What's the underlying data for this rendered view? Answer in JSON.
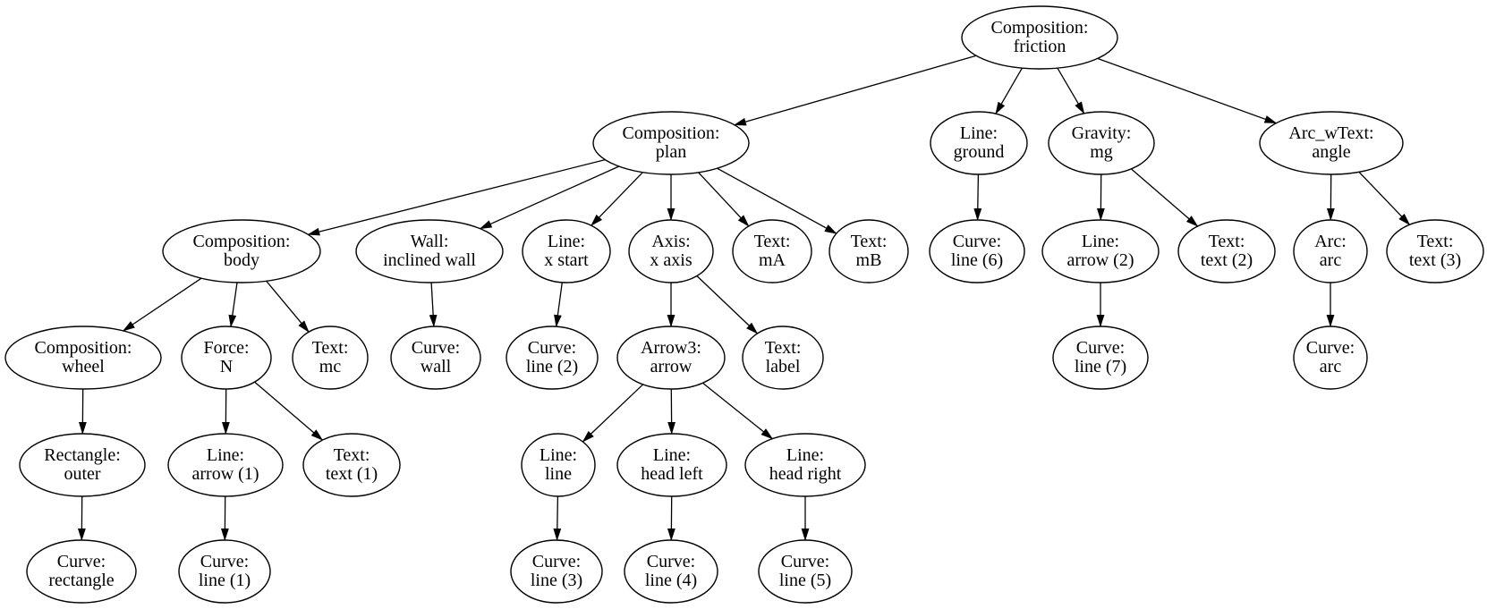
{
  "diagram": {
    "background_color": "#ffffff",
    "node_fill_color": "#ffffff",
    "node_stroke_color": "#000000",
    "text_color": "#000000",
    "nodes": [
      {
        "id": "friction",
        "line1": "Composition:",
        "line2": "friction"
      },
      {
        "id": "plan",
        "line1": "Composition:",
        "line2": "plan"
      },
      {
        "id": "ground",
        "line1": "Line:",
        "line2": "ground"
      },
      {
        "id": "mg",
        "line1": "Gravity:",
        "line2": "mg"
      },
      {
        "id": "angle",
        "line1": "Arc_wText:",
        "line2": "angle"
      },
      {
        "id": "body",
        "line1": "Composition:",
        "line2": "body"
      },
      {
        "id": "inclined-wall",
        "line1": "Wall:",
        "line2": "inclined wall"
      },
      {
        "id": "x-start",
        "line1": "Line:",
        "line2": "x start"
      },
      {
        "id": "x-axis",
        "line1": "Axis:",
        "line2": "x axis"
      },
      {
        "id": "mA",
        "line1": "Text:",
        "line2": "mA"
      },
      {
        "id": "mB",
        "line1": "Text:",
        "line2": "mB"
      },
      {
        "id": "line6",
        "line1": "Curve:",
        "line2": "line (6)"
      },
      {
        "id": "arrow2",
        "line1": "Line:",
        "line2": "arrow (2)"
      },
      {
        "id": "text2",
        "line1": "Text:",
        "line2": "text (2)"
      },
      {
        "id": "arc",
        "line1": "Arc:",
        "line2": "arc"
      },
      {
        "id": "text3",
        "line1": "Text:",
        "line2": "text (3)"
      },
      {
        "id": "wheel",
        "line1": "Composition:",
        "line2": "wheel"
      },
      {
        "id": "N",
        "line1": "Force:",
        "line2": "N"
      },
      {
        "id": "mc",
        "line1": "Text:",
        "line2": "mc"
      },
      {
        "id": "wall-curve",
        "line1": "Curve:",
        "line2": "wall"
      },
      {
        "id": "line2",
        "line1": "Curve:",
        "line2": "line (2)"
      },
      {
        "id": "arrow3",
        "line1": "Arrow3:",
        "line2": "arrow"
      },
      {
        "id": "label",
        "line1": "Text:",
        "line2": "label"
      },
      {
        "id": "line7",
        "line1": "Curve:",
        "line2": "line (7)"
      },
      {
        "id": "arc-curve",
        "line1": "Curve:",
        "line2": "arc"
      },
      {
        "id": "outer",
        "line1": "Rectangle:",
        "line2": "outer"
      },
      {
        "id": "arrow1",
        "line1": "Line:",
        "line2": "arrow (1)"
      },
      {
        "id": "text1",
        "line1": "Text:",
        "line2": "text (1)"
      },
      {
        "id": "line",
        "line1": "Line:",
        "line2": "line"
      },
      {
        "id": "head-left",
        "line1": "Line:",
        "line2": "head left"
      },
      {
        "id": "head-right",
        "line1": "Line:",
        "line2": "head right"
      },
      {
        "id": "rectangle",
        "line1": "Curve:",
        "line2": "rectangle"
      },
      {
        "id": "line1",
        "line1": "Curve:",
        "line2": "line (1)"
      },
      {
        "id": "line3",
        "line1": "Curve:",
        "line2": "line (3)"
      },
      {
        "id": "line4",
        "line1": "Curve:",
        "line2": "line (4)"
      },
      {
        "id": "line5",
        "line1": "Curve:",
        "line2": "line (5)"
      }
    ],
    "edges": [
      {
        "from": "friction",
        "to": "plan"
      },
      {
        "from": "friction",
        "to": "ground"
      },
      {
        "from": "friction",
        "to": "mg"
      },
      {
        "from": "friction",
        "to": "angle"
      },
      {
        "from": "plan",
        "to": "body"
      },
      {
        "from": "plan",
        "to": "inclined-wall"
      },
      {
        "from": "plan",
        "to": "x-start"
      },
      {
        "from": "plan",
        "to": "x-axis"
      },
      {
        "from": "plan",
        "to": "mA"
      },
      {
        "from": "plan",
        "to": "mB"
      },
      {
        "from": "body",
        "to": "wheel"
      },
      {
        "from": "body",
        "to": "N"
      },
      {
        "from": "body",
        "to": "mc"
      },
      {
        "from": "inclined-wall",
        "to": "wall-curve"
      },
      {
        "from": "x-start",
        "to": "line2"
      },
      {
        "from": "x-axis",
        "to": "arrow3"
      },
      {
        "from": "x-axis",
        "to": "label"
      },
      {
        "from": "ground",
        "to": "line6"
      },
      {
        "from": "mg",
        "to": "arrow2"
      },
      {
        "from": "mg",
        "to": "text2"
      },
      {
        "from": "angle",
        "to": "arc"
      },
      {
        "from": "angle",
        "to": "text3"
      },
      {
        "from": "wheel",
        "to": "outer"
      },
      {
        "from": "N",
        "to": "arrow1"
      },
      {
        "from": "N",
        "to": "text1"
      },
      {
        "from": "arrow3",
        "to": "line"
      },
      {
        "from": "arrow3",
        "to": "head-left"
      },
      {
        "from": "arrow3",
        "to": "head-right"
      },
      {
        "from": "outer",
        "to": "rectangle"
      },
      {
        "from": "arrow1",
        "to": "line1"
      },
      {
        "from": "line",
        "to": "line3"
      },
      {
        "from": "head-left",
        "to": "line4"
      },
      {
        "from": "head-right",
        "to": "line5"
      },
      {
        "from": "arrow2",
        "to": "line7"
      },
      {
        "from": "arc",
        "to": "arc-curve"
      }
    ]
  }
}
